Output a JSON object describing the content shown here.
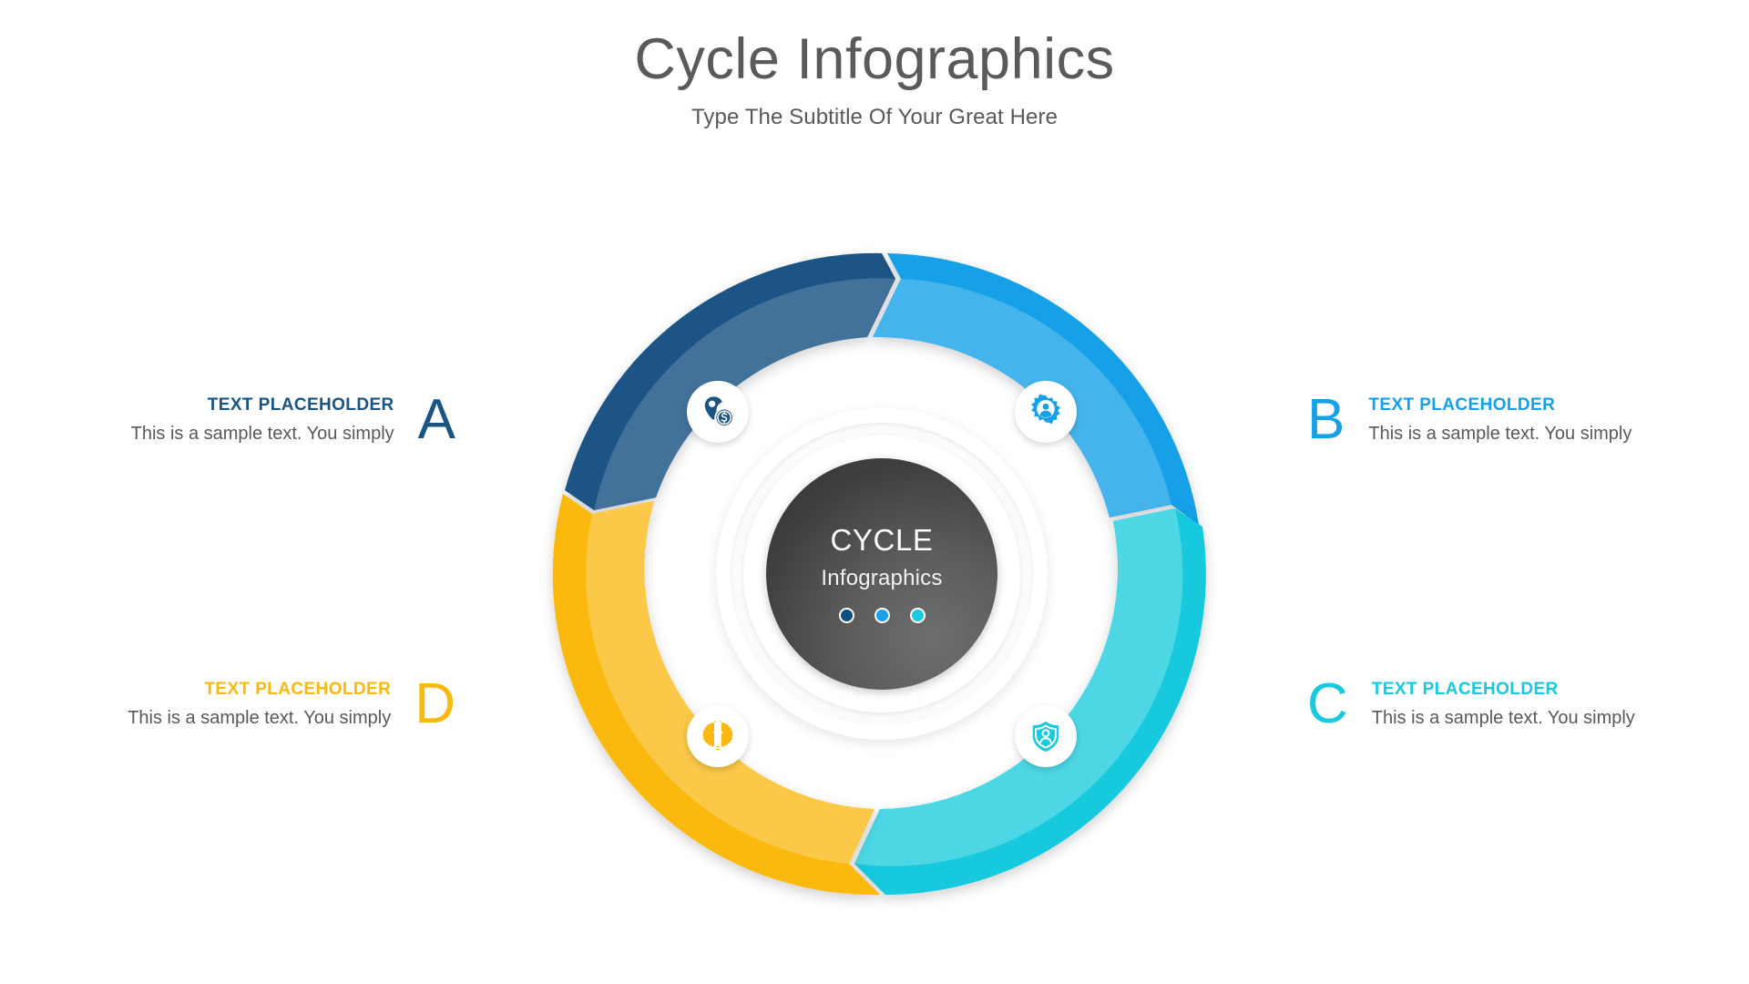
{
  "header": {
    "title": "Cycle Infographics",
    "subtitle": "Type The Subtitle Of Your Great Here"
  },
  "hub": {
    "title": "CYCLE",
    "subtitle": "Infographics",
    "dots": [
      {
        "name": "dot-dark-blue",
        "color": "#0d4f85"
      },
      {
        "name": "dot-blue",
        "color": "#18a0e8"
      },
      {
        "name": "dot-cyan",
        "color": "#19c9dd"
      }
    ]
  },
  "segments": [
    {
      "key": "A",
      "letter": "A",
      "heading": "TEXT PLACEHOLDER",
      "description": "This is a sample text. You simply",
      "color": "#1a5485",
      "color_inner": "#43719a",
      "icon": "money-pin-icon",
      "side": "left"
    },
    {
      "key": "B",
      "letter": "B",
      "heading": "TEXT PLACEHOLDER",
      "description": "This is a sample text. You simply",
      "color": "#15a0e8",
      "color_inner": "#44b4ec",
      "icon": "user-gear-icon",
      "side": "right"
    },
    {
      "key": "C",
      "letter": "C",
      "heading": "TEXT PLACEHOLDER",
      "description": "This is a sample text. You simply",
      "color": "#19c9dd",
      "color_inner": "#4ed7e5",
      "icon": "user-shield-icon",
      "side": "right"
    },
    {
      "key": "D",
      "letter": "D",
      "heading": "TEXT PLACEHOLDER",
      "description": "This is a sample text. You simply",
      "color": "#fbb811",
      "color_inner": "#fbc846",
      "icon": "brain-idea-icon",
      "side": "left"
    }
  ],
  "chart_data": {
    "type": "pie",
    "title": "Cycle Infographics",
    "subtitle": "Type The Subtitle Of Your Great Here",
    "categories": [
      "A",
      "B",
      "C",
      "D"
    ],
    "values": [
      25,
      25,
      25,
      25
    ],
    "colors": [
      "#1a5485",
      "#15a0e8",
      "#19c9dd",
      "#fbb811"
    ],
    "legend": [
      "TEXT PLACEHOLDER",
      "TEXT PLACEHOLDER",
      "TEXT PLACEHOLDER",
      "TEXT PLACEHOLDER"
    ],
    "center_label": "CYCLE Infographics",
    "grid": false,
    "legend_position": "sides"
  }
}
